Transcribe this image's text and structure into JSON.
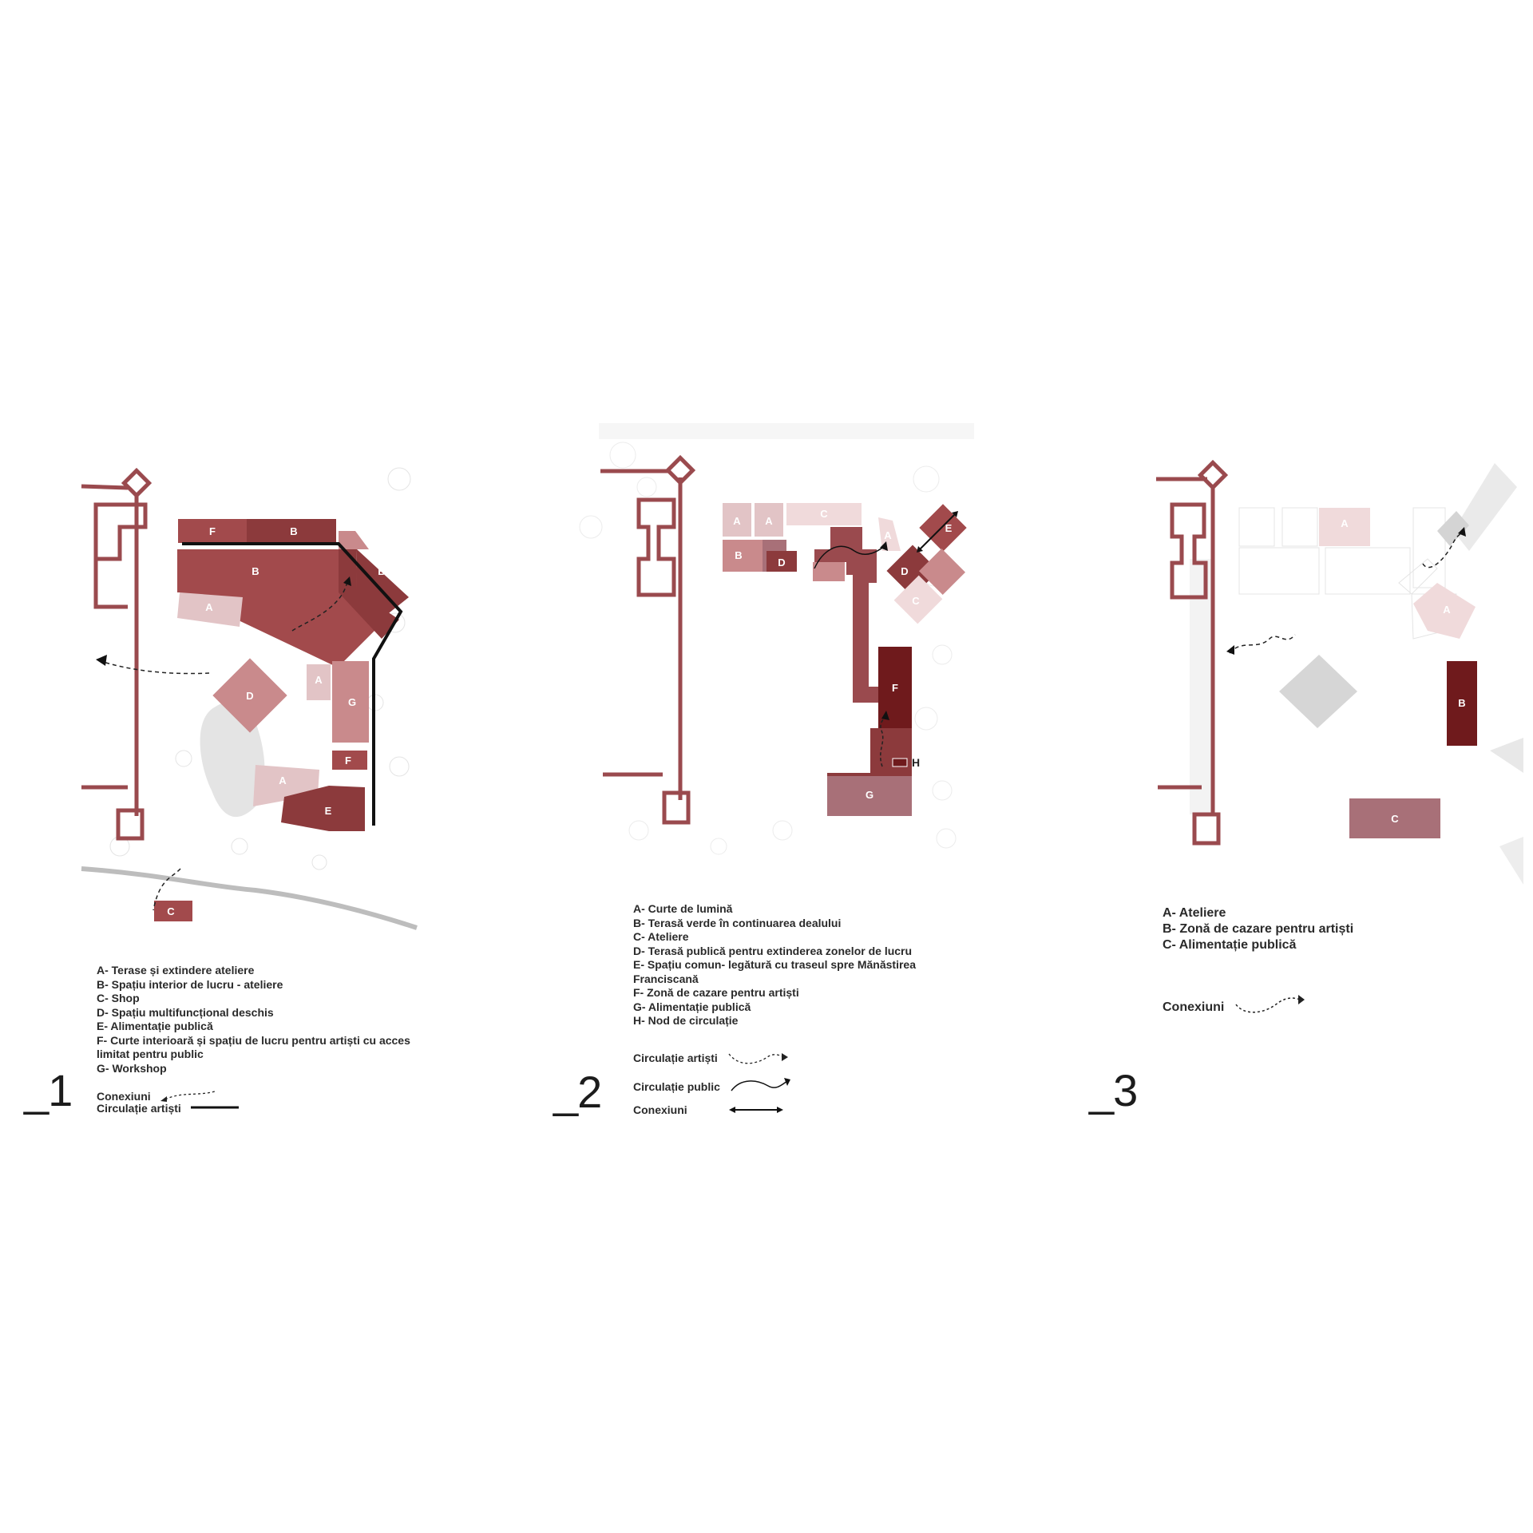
{
  "colors": {
    "dark_red": "#8c3a3c",
    "medium_red": "#a24a4c",
    "deep_red": "#6f1a1c",
    "rose": "#c98a8c",
    "light_pink": "#e2c4c6",
    "pale_pink": "#f0dadb",
    "mauve": "#a87078",
    "wall": "#9a4a4e",
    "ghost": "#e6e6e6"
  },
  "panel1": {
    "number": "_1",
    "legend": [
      "A- Terase și extindere ateliere",
      "B- Spațiu interior de lucru - ateliere",
      "C- Shop",
      "D- Spațiu multifuncțional deschis",
      "E- Alimentație publică",
      "F- Curte interioară și spațiu de lucru pentru artiști cu acces limitat pentru public",
      "G- Workshop"
    ],
    "key_connections": "Conexiuni",
    "key_artist_circulation": "Circulație artiști",
    "blocks": {
      "A": "A",
      "B": "B",
      "C": "C",
      "D": "D",
      "E": "E",
      "F": "F",
      "G": "G"
    }
  },
  "panel2": {
    "number": "_2",
    "legend": [
      "A- Curte de lumină",
      "B- Terasă verde în continuarea dealului",
      "C- Ateliere",
      "D- Terasă publică pentru extinderea zonelor de lucru",
      "E- Spațiu comun- legătură cu traseul spre Mănăstirea Franciscană",
      "F- Zonă de cazare pentru artiști",
      "G- Alimentație publică",
      "H- Nod de circulație"
    ],
    "key_artist_circulation": "Circulație artiști",
    "key_public_circulation": "Circulație public",
    "key_connections": "Conexiuni",
    "blocks": {
      "A": "A",
      "B": "B",
      "C": "C",
      "D": "D",
      "E": "E",
      "F": "F",
      "G": "G",
      "H": "H"
    }
  },
  "panel3": {
    "number": "_3",
    "legend": [
      "A- Ateliere",
      "B- Zonă de cazare pentru artiști",
      "C- Alimentație publică"
    ],
    "key_connections": "Conexiuni",
    "blocks": {
      "A": "A",
      "B": "B",
      "C": "C"
    }
  }
}
